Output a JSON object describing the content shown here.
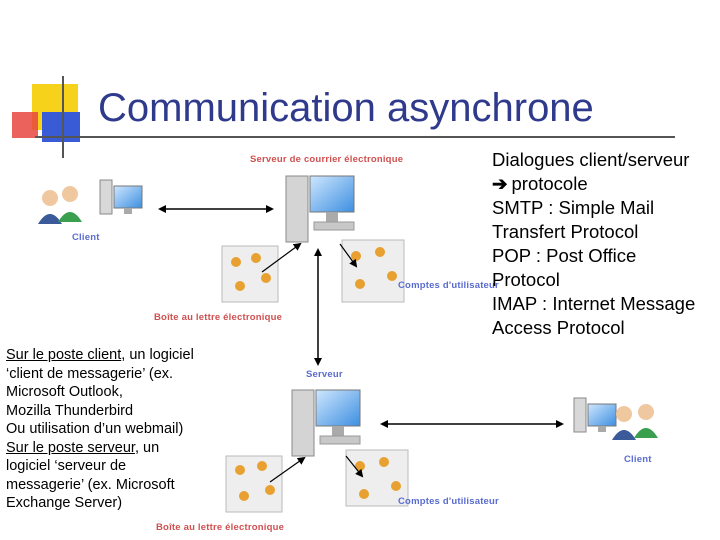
{
  "title": "Communication asynchrone",
  "diagram": {
    "labels": {
      "mail_server": "Serveur de courrier électronique",
      "client_top": "Client",
      "user_accounts_top": "Comptes d'utilisateur",
      "mailbox_top": "Boîte au lettre électronique",
      "server": "Serveur",
      "client_bottom": "Client",
      "user_accounts_bottom": "Comptes d'utilisateur",
      "mailbox_bottom": "Boîte au lettre électronique"
    },
    "colors": {
      "label_blue": "#5a6cd0",
      "label_red": "#d05050",
      "title": "#2f3a8c"
    }
  },
  "right_text": {
    "line1": "Dialogues client/serveur",
    "line2": "protocole",
    "line3": "SMTP : Simple Mail",
    "line4": "Transfert Protocol",
    "line5": "POP : Post Office",
    "line6": "Protocol",
    "line7": "IMAP : Internet Message",
    "line8": "Access Protocol",
    "arrow_icon": "➔"
  },
  "left_text": {
    "l1_u": "Sur le poste client",
    "l1_rest": ", un logiciel",
    "l2": "‘client de messagerie’ (ex.",
    "l3": "Microsoft Outlook,",
    "l4": "Mozilla Thunderbird",
    "l5": "Ou utilisation d’un webmail)",
    "l6_u": "Sur le poste serveur",
    "l6_rest": ", un",
    "l7": "logiciel ‘serveur de",
    "l8": "messagerie’ (ex. Microsoft",
    "l9": "Exchange Server)"
  }
}
